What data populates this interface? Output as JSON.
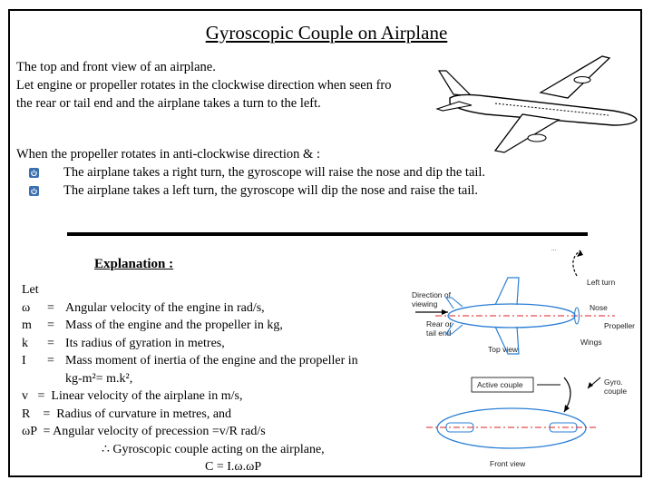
{
  "title": "Gyroscopic Couple on Airplane",
  "intro": {
    "line1": "The top and front view of an airplane.",
    "line2": "Let engine or propeller rotates in the clockwise direction when seen fro",
    "line3": "the rear or tail end and the airplane takes a turn to the left."
  },
  "rotation": {
    "heading": "When the propeller rotates in anti-clockwise direction & :",
    "bullets": [
      "The airplane takes a right turn, the gyroscope will raise the nose and dip the tail.",
      "The airplane takes a left turn, the gyroscope will dip the nose and raise the tail."
    ]
  },
  "explanation": {
    "heading": "Explanation :",
    "let": "Let",
    "rows": [
      {
        "sym": "ω",
        "eq": "=",
        "text": "Angular velocity of the engine in rad/s,"
      },
      {
        "sym": "m",
        "eq": "=",
        "text": "Mass of the engine and the propeller in kg,"
      },
      {
        "sym": "k",
        "eq": "=",
        "text": "Its radius of gyration in metres,"
      },
      {
        "sym": "I",
        "eq": "=",
        "text": "Mass moment of inertia of the engine and the propeller in"
      }
    ],
    "cont": "kg-m²= m.k²,",
    "v_row": "v   =  Linear velocity of the airplane in m/s,",
    "r_row": "R    =  Radius of curvature in metres, and",
    "wp_row": "ωP  = Angular velocity of precession =v/R rad/s",
    "couple": "∴ Gyroscopic couple acting on the airplane,",
    "formula": "C = I.ω.ωP"
  },
  "diagram": {
    "left_turn": "Left turn",
    "direction_of_viewing": [
      "Direction of",
      "viewing"
    ],
    "rear_or_tail_end": [
      "Rear or",
      "tail end"
    ],
    "nose": "Nose",
    "propeller": "Propeller",
    "wings": "Wings",
    "top_view": "Top view",
    "active_couple": "Active couple",
    "gyro_couple": [
      "Gyro.",
      "couple"
    ],
    "front_view": "Front view"
  },
  "colors": {
    "accent": "#3b6fb0",
    "diagram_blue": "#2a7fd4",
    "axis": "#d22"
  }
}
